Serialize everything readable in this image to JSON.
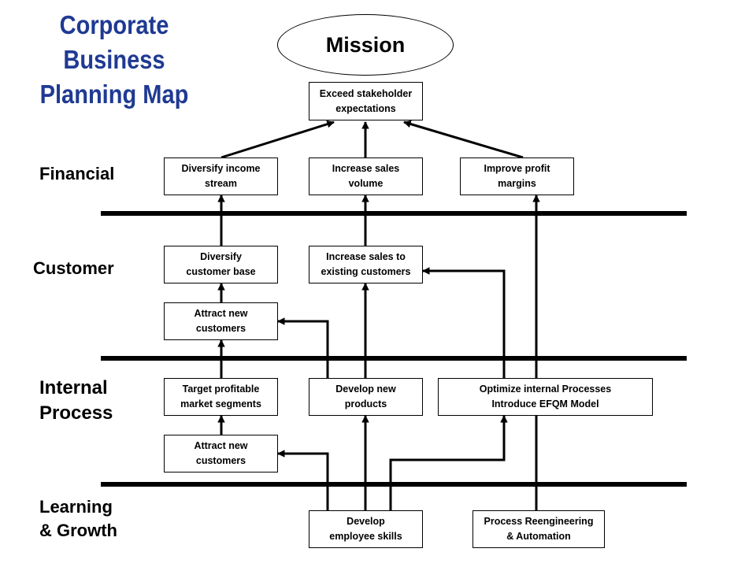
{
  "title": {
    "line1": "Corporate",
    "line2": "Business",
    "line3": "Planning Map"
  },
  "mission": "Mission",
  "layers": {
    "financial": {
      "line1": "Financial"
    },
    "customer": {
      "line1": "Customer"
    },
    "internal": {
      "line1": "Internal",
      "line2": "Process"
    },
    "learning": {
      "line1": "Learning",
      "line2": "& Growth"
    }
  },
  "boxes": {
    "exceed": {
      "line1": "Exceed stakeholder",
      "line2": "expectations"
    },
    "diversify_income": {
      "line1": "Diversify income",
      "line2": "stream"
    },
    "increase_volume": {
      "line1": "Increase sales",
      "line2": "volume"
    },
    "improve_margins": {
      "line1": "Improve profit",
      "line2": "margins"
    },
    "diversify_base": {
      "line1": "Diversify",
      "line2": "customer base"
    },
    "increase_existing": {
      "line1": "Increase sales to",
      "line2": "existing customers"
    },
    "attract_customer": {
      "line1": "Attract  new",
      "line2": "customers"
    },
    "target_segments": {
      "line1": "Target profitable",
      "line2": "market segments"
    },
    "develop_products": {
      "line1": "Develop new",
      "line2": "products"
    },
    "optimize": {
      "line1": "Optimize internal Processes",
      "line2": "Introduce EFQM Model"
    },
    "attract_internal": {
      "line1": "Attract  new",
      "line2": "customers"
    },
    "develop_skills": {
      "line1": "Develop",
      "line2": "employee skills"
    },
    "reengineering": {
      "line1": "Process Reengineering",
      "line2": "& Automation"
    }
  }
}
